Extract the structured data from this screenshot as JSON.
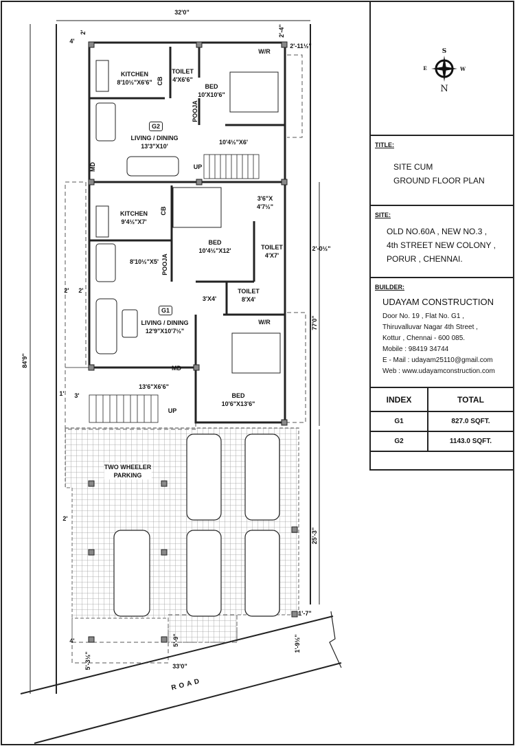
{
  "plan": {
    "overall": {
      "width_top": "32'0\"",
      "width_bottom": "33'0\"",
      "depth_left": "84'9\"",
      "depth_right": "77'0\"",
      "parking_depth": "25'-3\""
    },
    "setbacks": {
      "top": "2'",
      "left_top": "4'",
      "top_right": "2'-4\"",
      "right_top": "2'-11½\"",
      "right_mid": "2'-0½\"",
      "left_mid_a": "2'",
      "left_mid_b": "2'",
      "left_stair_a": "1'",
      "left_stair_b": "3'",
      "parking_left": "2'",
      "parking_bottom_left": "4'",
      "parking_right": "1'-7\"",
      "front_left": "5'-3½\"",
      "front_mid": "5'-9\"",
      "front_right": "1'-9½\""
    },
    "g2": {
      "badge": "G2",
      "kitchen": {
        "name": "KITCHEN",
        "size": "8'10½\"X6'6\""
      },
      "cb": "CB",
      "toilet": {
        "name": "TOILET",
        "size": "4'X6'6\""
      },
      "bed": {
        "name": "BED",
        "size": "10'X10'6\""
      },
      "wr": "W/R",
      "pooja": "POOJA",
      "living": {
        "name": "LIVING / DINING",
        "size": "13'3\"X10'"
      },
      "lobby": "10'4½\"X6'",
      "up": "UP",
      "md": "MD"
    },
    "g1": {
      "badge": "G1",
      "kitchen": {
        "name": "KITCHEN",
        "size": "9'4½\"X7'"
      },
      "cb": "CB",
      "pooja": "POOJA",
      "dining": "8'10½\"X5'",
      "bed1": {
        "name": "BED",
        "size": "10'4½\"X12'"
      },
      "passage": {
        "line1": "3'6\"X",
        "line2": "4'7½\""
      },
      "toilet1": {
        "name": "TOILET",
        "size": "4'X7'"
      },
      "toilet2": {
        "name": "TOILET",
        "size": "8'X4'"
      },
      "lobby": "3'X4'",
      "wr": "W/R",
      "living": {
        "name": "LIVING / DINING",
        "size": "12'9\"X10'7½\""
      },
      "md": "MD",
      "stair": "13'6\"X6'6\"",
      "up": "UP",
      "bed2": {
        "name": "BED",
        "size": "10'6\"X13'6\""
      }
    },
    "parking": {
      "line1": "TWO WHEELER",
      "line2": "PARKING"
    },
    "road": "ROAD"
  },
  "panel": {
    "compass": {
      "n": "N",
      "s": "S",
      "e": "E",
      "w": "W"
    },
    "title": {
      "label": "TITLE:",
      "line1": "SITE CUM",
      "line2": "GROUND FLOOR PLAN"
    },
    "site": {
      "label": "SITE:",
      "lines": [
        "OLD NO.60A , NEW NO.3 ,",
        "4th STREET NEW COLONY ,",
        "PORUR , CHENNAI."
      ]
    },
    "builder": {
      "label": "BUILDER:",
      "name": "UDAYAM  CONSTRUCTION",
      "lines": [
        "Door No. 19 , Flat No. G1 ,",
        "Thiruvalluvar Nagar 4th Street ,",
        "Kottur , Chennai  - 600 085.",
        "Mobile : 98419 34744",
        "E - Mail : udayam25110@gmail.com",
        "Web : www.udayamconstruction.com"
      ]
    },
    "index_table": {
      "headers": [
        "INDEX",
        "TOTAL"
      ],
      "rows": [
        [
          "G1",
          "827.0 SQFT."
        ],
        [
          "G2",
          "1143.0 SQFT."
        ]
      ]
    }
  }
}
